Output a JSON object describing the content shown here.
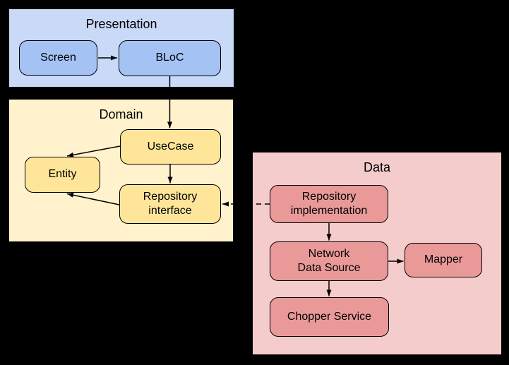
{
  "canvas": {
    "background": "#000000",
    "text_color": "#000000",
    "border_color": "#000000"
  },
  "regions": [
    {
      "id": "presentation",
      "label": "Presentation",
      "fill": "#c9daf8"
    },
    {
      "id": "domain",
      "label": "Domain",
      "fill": "#fff2cc"
    },
    {
      "id": "data",
      "label": "Data",
      "fill": "#f4cccc"
    }
  ],
  "nodes": [
    {
      "id": "screen",
      "region": "presentation",
      "label": "Screen",
      "fill": "#a4c2f4"
    },
    {
      "id": "bloc",
      "region": "presentation",
      "label": "BLoC",
      "fill": "#a4c2f4"
    },
    {
      "id": "usecase",
      "region": "domain",
      "label": "UseCase",
      "fill": "#ffe599"
    },
    {
      "id": "entity",
      "region": "domain",
      "label": "Entity",
      "fill": "#ffe599"
    },
    {
      "id": "repository-interface",
      "region": "domain",
      "label": "Repository\ninterface",
      "fill": "#ffe599"
    },
    {
      "id": "repository-implementation",
      "region": "data",
      "label": "Repository\nimplementation",
      "fill": "#ea9999"
    },
    {
      "id": "network-data-source",
      "region": "data",
      "label": "Network\nData Source",
      "fill": "#ea9999"
    },
    {
      "id": "mapper",
      "region": "data",
      "label": "Mapper",
      "fill": "#ea9999"
    },
    {
      "id": "chopper-service",
      "region": "data",
      "label": "Chopper Service",
      "fill": "#ea9999"
    }
  ],
  "edges": [
    {
      "from": "screen",
      "to": "bloc",
      "style": "solid"
    },
    {
      "from": "bloc",
      "to": "usecase",
      "style": "solid"
    },
    {
      "from": "usecase",
      "to": "entity",
      "style": "solid"
    },
    {
      "from": "usecase",
      "to": "repository-interface",
      "style": "solid"
    },
    {
      "from": "repository-interface",
      "to": "entity",
      "style": "solid"
    },
    {
      "from": "repository-implementation",
      "to": "repository-interface",
      "style": "dashed"
    },
    {
      "from": "repository-implementation",
      "to": "network-data-source",
      "style": "solid"
    },
    {
      "from": "network-data-source",
      "to": "mapper",
      "style": "solid"
    },
    {
      "from": "network-data-source",
      "to": "chopper-service",
      "style": "solid"
    }
  ]
}
